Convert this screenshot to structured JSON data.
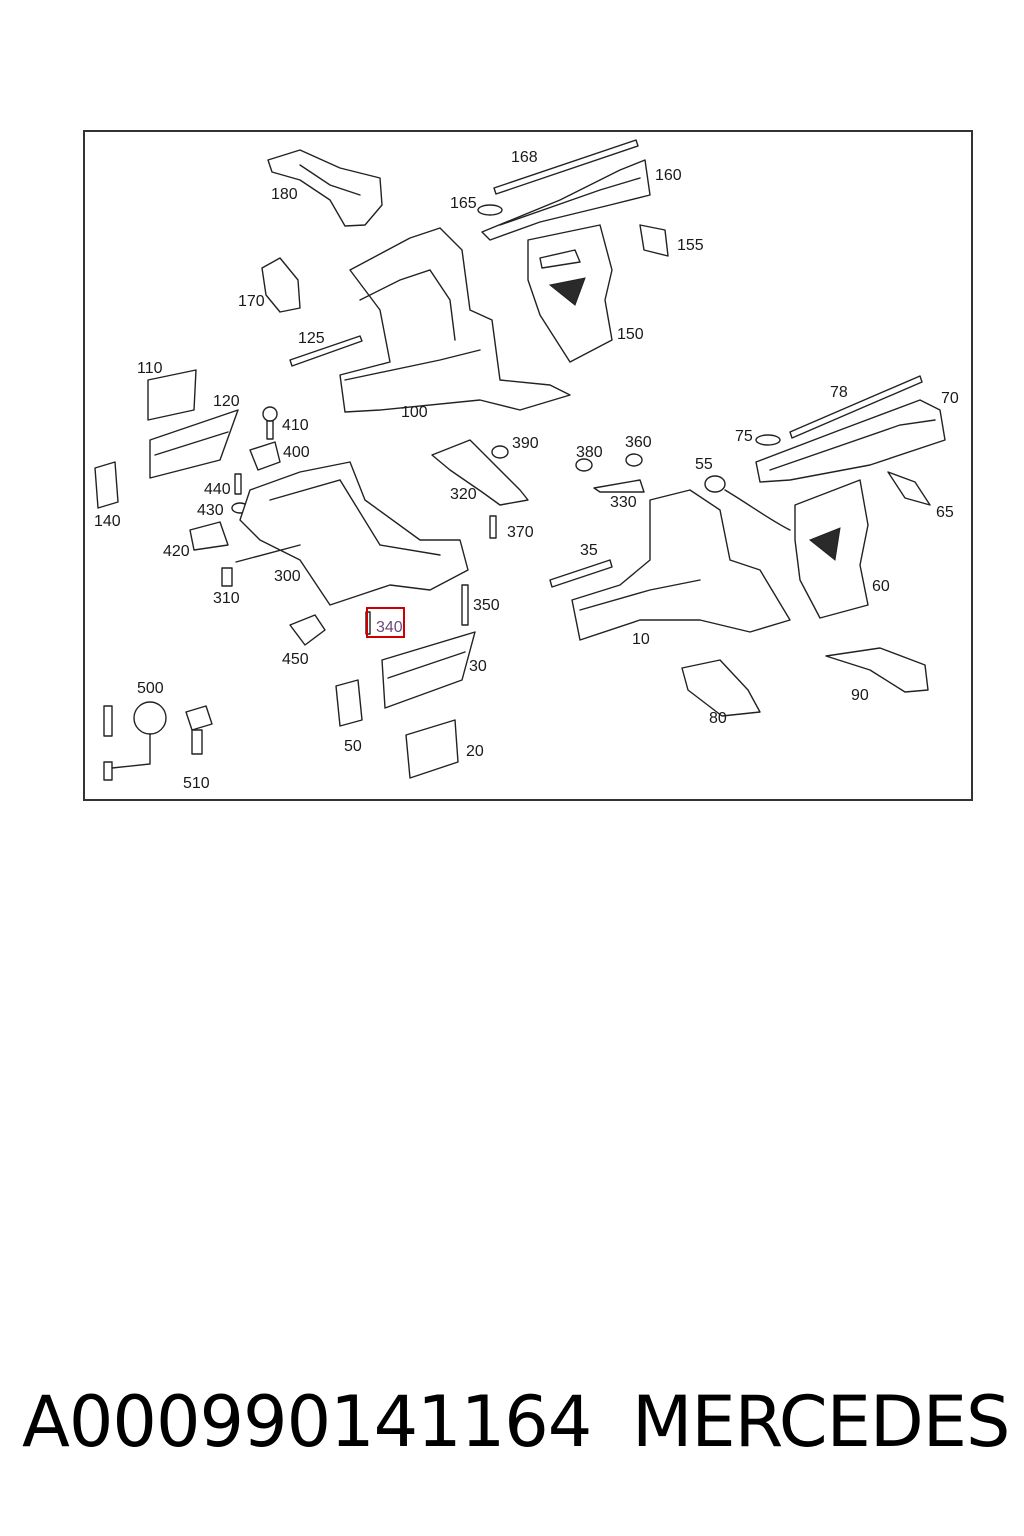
{
  "diagram": {
    "highlight_color": "#cc0000",
    "highlighted_part": "340",
    "callouts": [
      "168",
      "160",
      "180",
      "165",
      "155",
      "170",
      "150",
      "125",
      "100",
      "110",
      "120",
      "78",
      "70",
      "410",
      "75",
      "400",
      "390",
      "380",
      "360",
      "55",
      "140",
      "440",
      "320",
      "330",
      "65",
      "430",
      "370",
      "420",
      "35",
      "60",
      "300",
      "310",
      "350",
      "340",
      "10",
      "450",
      "30",
      "90",
      "500",
      "80",
      "50",
      "20",
      "510"
    ]
  },
  "footer": {
    "part_number": "A000990141164",
    "brand": "MERCEDES"
  }
}
